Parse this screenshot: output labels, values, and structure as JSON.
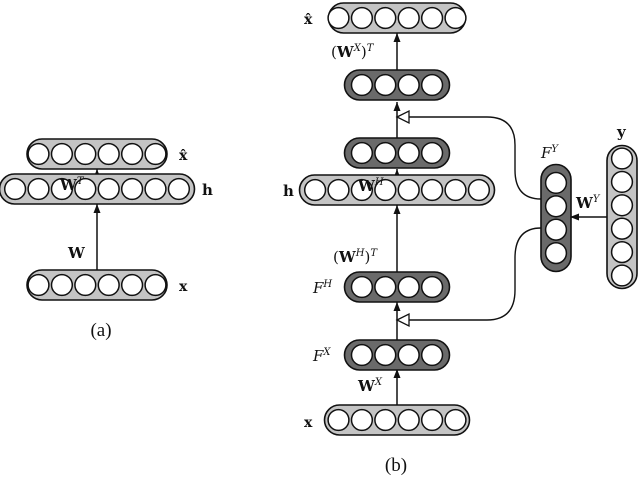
{
  "colors": {
    "light": "#c4c4c4",
    "dark": "#6a6a6a",
    "circle": "#ffffff",
    "stroke": "#111111"
  },
  "diagram_a": {
    "caption": "(a)",
    "layers": {
      "x_hat": {
        "label": "x̂",
        "units": 6,
        "shade": "light"
      },
      "h": {
        "label": "h",
        "units": 8,
        "shade": "light"
      },
      "x": {
        "label": "x",
        "units": 6,
        "shade": "light"
      }
    },
    "weights": {
      "wT_base": "W",
      "wT_sup": "T",
      "w_base": "W"
    }
  },
  "diagram_b": {
    "caption": "(b)",
    "layers": {
      "x_hat": {
        "label": "x̂",
        "units": 6,
        "shade": "light"
      },
      "top_enc": {
        "units": 4,
        "shade": "dark"
      },
      "mid_enc": {
        "units": 4,
        "shade": "dark"
      },
      "h": {
        "label": "h",
        "units": 8,
        "shade": "light"
      },
      "fh": {
        "label_base": "F",
        "label_sup": "H",
        "units": 4,
        "shade": "dark"
      },
      "fx": {
        "label_base": "F",
        "label_sup": "X",
        "units": 4,
        "shade": "dark"
      },
      "x": {
        "label": "x",
        "units": 6,
        "shade": "light"
      },
      "fy": {
        "label_base": "F",
        "label_sup": "Y",
        "units": 4,
        "shade": "dark"
      },
      "y": {
        "label": "y",
        "units": 6,
        "shade": "light"
      }
    },
    "weights": {
      "wx_t": {
        "open": "(",
        "base": "W",
        "sup_in": "X",
        "close": ")",
        "sup_out": "T"
      },
      "wh": {
        "base": "W",
        "sup": "H"
      },
      "wh_t": {
        "open": "(",
        "base": "W",
        "sup_in": "H",
        "close": ")",
        "sup_out": "T"
      },
      "wx": {
        "base": "W",
        "sup": "X"
      },
      "wy": {
        "base": "W",
        "sup": "Y"
      }
    }
  }
}
